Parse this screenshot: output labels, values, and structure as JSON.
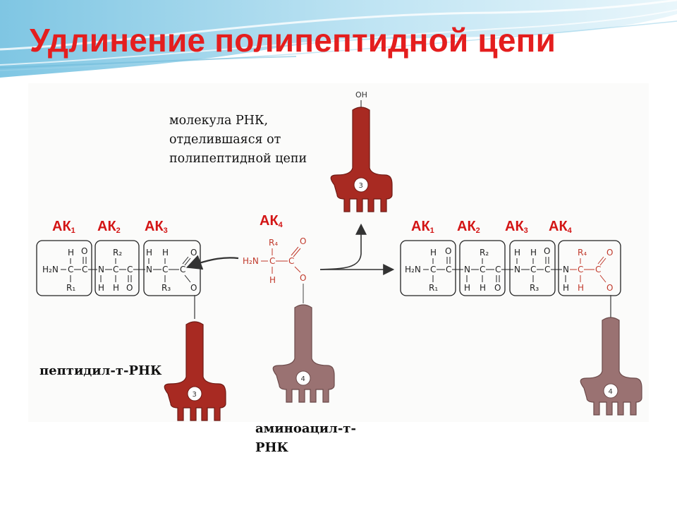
{
  "title": "Удлинение полипептидной цепи",
  "captions": {
    "released_trna": [
      "молекула РНК,",
      "отделившаяся от",
      "полипептидной цепи"
    ],
    "peptidyl_trna": "пептидил-т-РНК",
    "aminoacyl_trna": [
      "аминоацил-т-",
      "РНК"
    ]
  },
  "amino_acids": {
    "left": [
      {
        "base": "АК",
        "sub": "1"
      },
      {
        "base": "АК",
        "sub": "2"
      },
      {
        "base": "АК",
        "sub": "3"
      }
    ],
    "incoming": {
      "base": "АК",
      "sub": "4"
    },
    "right": [
      {
        "base": "АК",
        "sub": "1"
      },
      {
        "base": "АК",
        "sub": "2"
      },
      {
        "base": "АК",
        "sub": "3"
      },
      {
        "base": "АК",
        "sub": "4"
      }
    ]
  },
  "trna_labels": {
    "released": "3",
    "peptidyl": "3",
    "aminoacyl": "4",
    "product": "4"
  },
  "released_end": "OH",
  "colors": {
    "title": "#e41e1e",
    "ak_labels": "#d31515",
    "trna_dark_red": "#a82a22",
    "trna_mauve": "#9a7272",
    "incoming_chem": "#c0392b"
  }
}
